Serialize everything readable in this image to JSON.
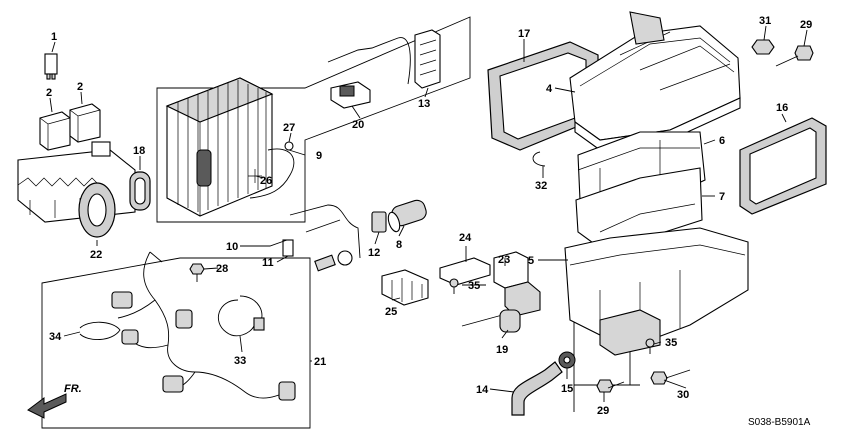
{
  "diagram": {
    "callouts": {
      "c1": "1",
      "c2a": "2",
      "c2b": "2",
      "c4": "4",
      "c5": "5",
      "c6": "6",
      "c7": "7",
      "c8": "8",
      "c9": "9",
      "c10": "10",
      "c11": "11",
      "c12": "12",
      "c13": "13",
      "c14": "14",
      "c15": "15",
      "c16": "16",
      "c17": "17",
      "c18": "18",
      "c19": "19",
      "c20": "20",
      "c21": "21",
      "c22": "22",
      "c23": "23",
      "c24": "24",
      "c25": "25",
      "c26": "26",
      "c27": "27",
      "c28": "28",
      "c29a": "29",
      "c29b": "29",
      "c30": "30",
      "c31": "31",
      "c32": "32",
      "c33": "33",
      "c34": "34",
      "c35a": "35",
      "c35b": "35"
    },
    "front_label": "FR.",
    "drawing_code": "S038-B5901A"
  }
}
